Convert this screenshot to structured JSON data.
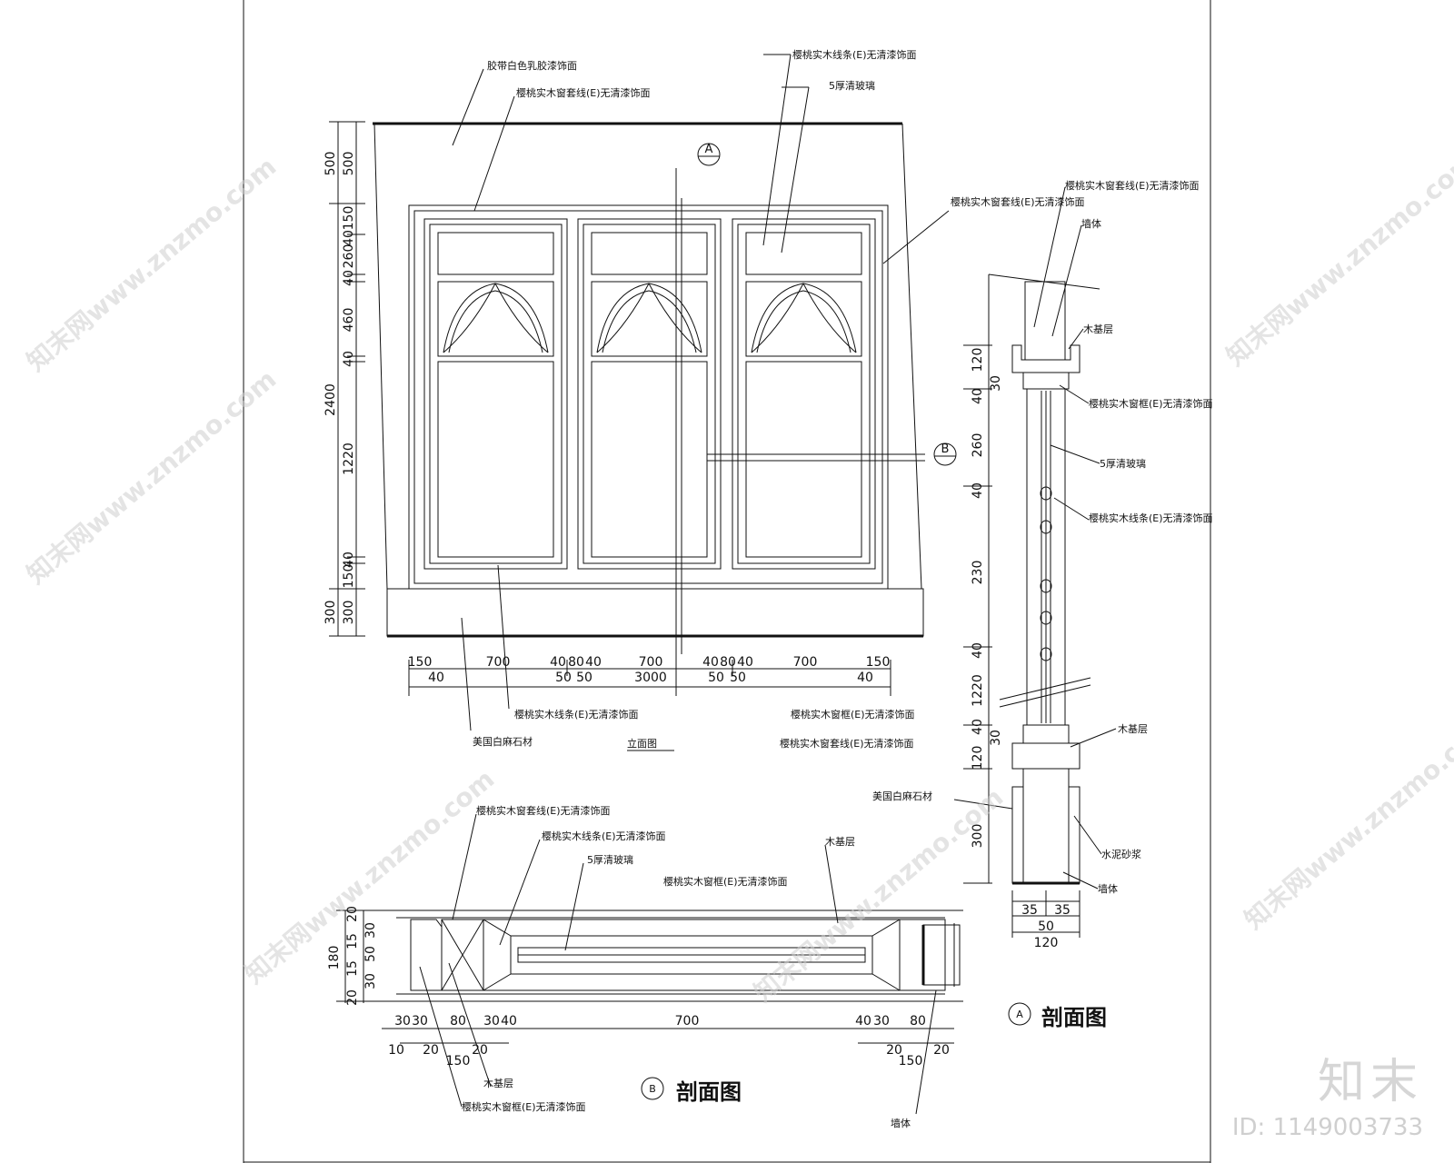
{
  "elevation": {
    "title": "立面图",
    "left_dims_outer": [
      "500",
      "2400",
      "300"
    ],
    "left_dims_inner": [
      "500",
      "150",
      "40",
      "260",
      "40",
      "460",
      "40",
      "1220",
      "40",
      "150",
      "300"
    ],
    "bottom_dims_top": [
      "150",
      "700",
      "40",
      "80",
      "40",
      "700",
      "40",
      "80",
      "40",
      "700",
      "150"
    ],
    "bottom_dims_bottom": [
      "40",
      "50",
      "50",
      "3000",
      "50",
      "50",
      "40"
    ],
    "notes": {
      "top_wall": "胶带白色乳胶漆饰面",
      "top_trim": "樱桃实木窗套线(E)无清漆饰面",
      "right_trim_top": "樱桃实木线条(E)无清漆饰面",
      "glass": "5厚清玻璃",
      "right_trim": "樱桃实木窗套线(E)无清漆饰面",
      "bottom_strip": "樱桃实木线条(E)无清漆饰面",
      "bottom_stone": "美国白麻石材",
      "bottom_right_1": "樱桃实木窗框(E)无清漆饰面",
      "bottom_right_2": "樱桃实木窗套线(E)无清漆饰面"
    },
    "markers": {
      "a": "A",
      "b": "B"
    }
  },
  "section_a": {
    "title": "剖面图",
    "marker": "A",
    "left_dims": [
      "120",
      "40",
      "260",
      "40",
      "230",
      "40",
      "1220",
      "40",
      "120",
      "300"
    ],
    "left_dims_small": [
      "30",
      "30"
    ],
    "bottom_dims": [
      "35",
      "35",
      "50",
      "120"
    ],
    "notes": {
      "trim": "樱桃实木窗套线(E)无清漆饰面",
      "wall_top": "墙体",
      "wood_base_top": "木基层",
      "frame": "樱桃实木窗框(E)无清漆饰面",
      "glass": "5厚清玻璃",
      "strip": "樱桃实木线条(E)无清漆饰面",
      "wood_base_bottom": "木基层",
      "stone": "美国白麻石材",
      "mortar": "水泥砂浆",
      "wall_bottom": "墙体"
    }
  },
  "section_b": {
    "title": "剖面图",
    "marker": "B",
    "left_dims": [
      "20",
      "30",
      "15",
      "50",
      "15",
      "30",
      "20"
    ],
    "left_dims_outer": [
      "180"
    ],
    "bottom_dims_top": [
      "30",
      "30",
      "80",
      "30",
      "40",
      "700",
      "40",
      "30",
      "80"
    ],
    "bottom_dims_bottom": [
      "10",
      "20",
      "150",
      "20",
      "20",
      "150",
      "20"
    ],
    "notes": {
      "trim": "樱桃实木窗套线(E)无清漆饰面",
      "strip": "樱桃实木线条(E)无清漆饰面",
      "glass": "5厚清玻璃",
      "frame": "樱桃实木窗框(E)无清漆饰面",
      "wood_base": "木基层",
      "wood_base_bottom": "木基层",
      "frame_bottom": "樱桃实木窗框(E)无清漆饰面",
      "wall": "墙体"
    }
  },
  "watermark": {
    "site": "知末网www.znzmo.com",
    "logo": "知末",
    "id": "ID: 1149003733"
  }
}
